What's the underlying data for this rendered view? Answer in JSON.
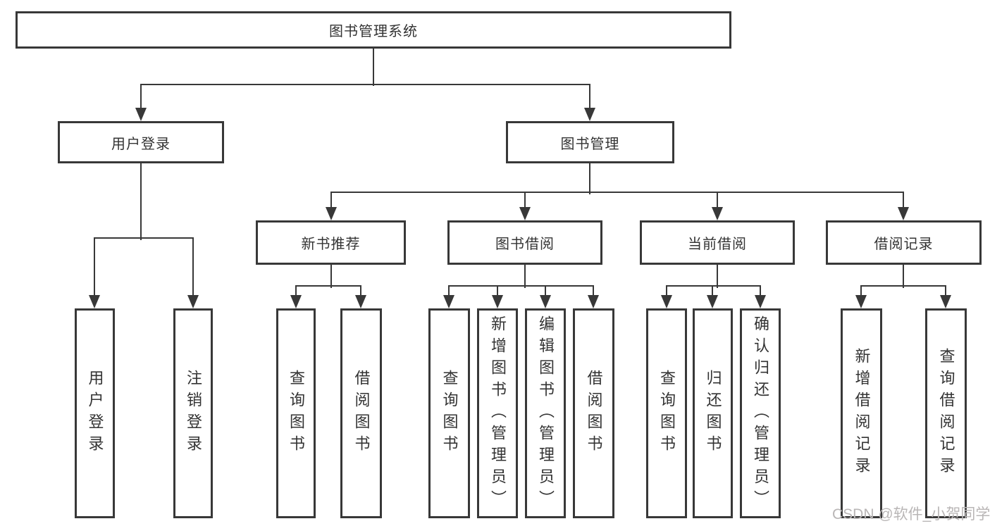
{
  "tree": {
    "label": "图书管理系统",
    "children": [
      {
        "label": "用户登录",
        "children": [
          {
            "label": "用户登录"
          },
          {
            "label": "注销登录"
          }
        ]
      },
      {
        "label": "图书管理",
        "children": [
          {
            "label": "新书推荐",
            "children": [
              {
                "label": "查询图书"
              },
              {
                "label": "借阅图书"
              }
            ]
          },
          {
            "label": "图书借阅",
            "children": [
              {
                "label": "查询图书"
              },
              {
                "label": "新增图书（管理员）"
              },
              {
                "label": "编辑图书（管理员）"
              },
              {
                "label": "借阅图书"
              }
            ]
          },
          {
            "label": "当前借阅",
            "children": [
              {
                "label": "查询图书"
              },
              {
                "label": "归还图书"
              },
              {
                "label": "确认归还（管理员）"
              }
            ]
          },
          {
            "label": "借阅记录",
            "children": [
              {
                "label": "新增借阅记录"
              },
              {
                "label": "查询借阅记录"
              }
            ]
          }
        ]
      }
    ]
  },
  "watermark": {
    "text": "CSDN @软件_小贺同学"
  },
  "colors": {
    "line": "#383838",
    "text": "#333333",
    "watermark": "#b9b6b6",
    "background": "#ffffff"
  }
}
